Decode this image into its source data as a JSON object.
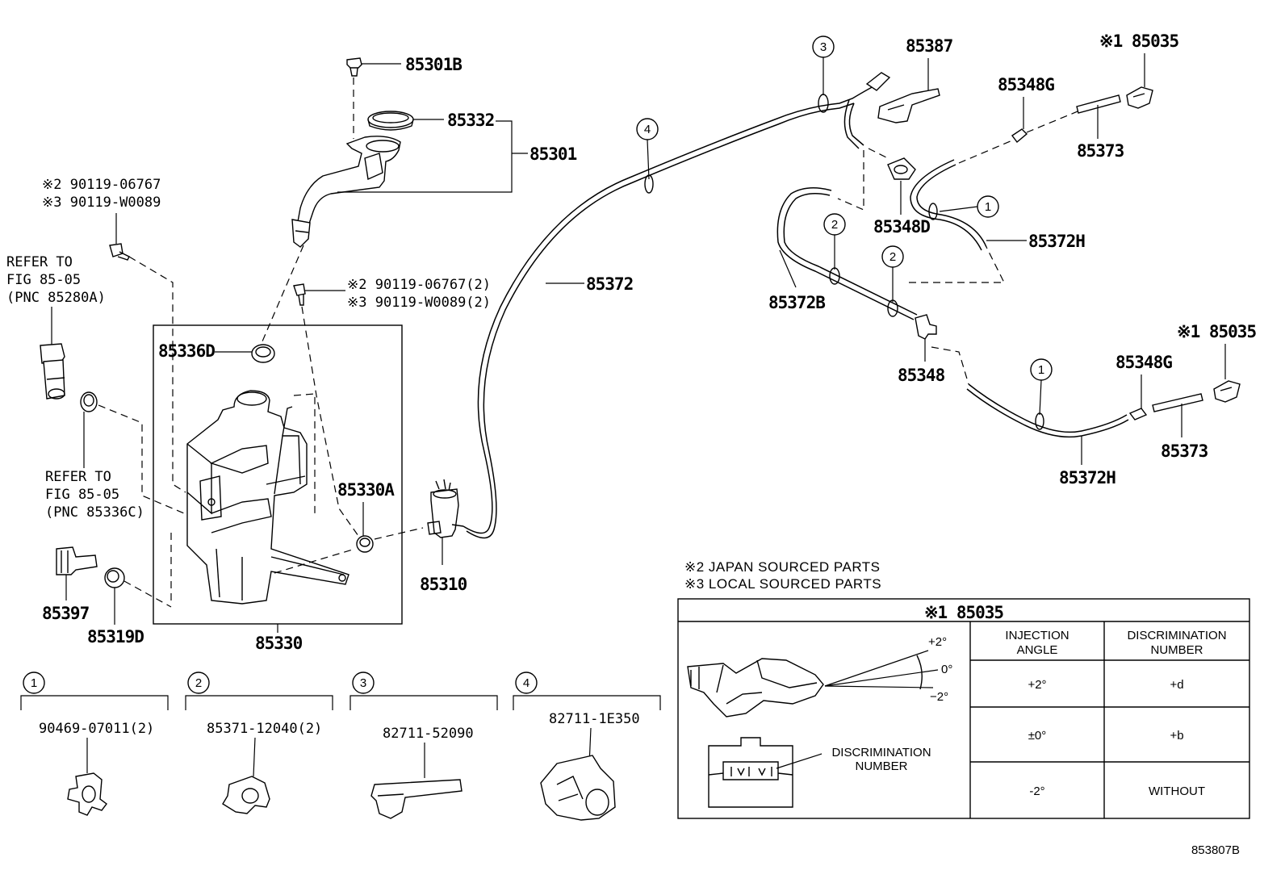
{
  "labels": {
    "p85301B": "85301B",
    "p85332": "85332",
    "p85301": "85301",
    "bolt1_a": "※2 90119-06767",
    "bolt1_b": "※3 90119-W0089",
    "refer1_a": "REFER TO",
    "refer1_b": "FIG 85-05",
    "refer1_c": "(PNC 85280A)",
    "bolt2_a": "※2 90119-06767(2)",
    "bolt2_b": "※3 90119-W0089(2)",
    "p85336D": "85336D",
    "refer2_a": "REFER TO",
    "refer2_b": "FIG 85-05",
    "refer2_c": "(PNC 85336C)",
    "p85330A": "85330A",
    "p85310": "85310",
    "p85397": "85397",
    "p85319D": "85319D",
    "p85330": "85330",
    "p85372": "85372",
    "p85387": "85387",
    "p85348D": "85348D",
    "p85372B": "85372B",
    "p85348": "85348",
    "p85348G_top": "85348G",
    "p85373_top": "85373",
    "p85035_top": "※1 85035",
    "p85372H_top": "85372H",
    "p85035_mid": "※1 85035",
    "p85348G_mid": "85348G",
    "p85373_mid": "85373",
    "p85372H_mid": "85372H",
    "note_japan": "※2 JAPAN SOURCED PARTS",
    "note_local": "※3 LOCAL SOURCED PARTS",
    "figure_code": "853807B"
  },
  "callouts": {
    "c1": "1",
    "c2": "2",
    "c3": "3",
    "c4": "4"
  },
  "clips": [
    {
      "num": "1",
      "part": "90469-07011(2)"
    },
    {
      "num": "2",
      "part": "85371-12040(2)"
    },
    {
      "num": "3",
      "part": "82711-52090"
    },
    {
      "num": "4",
      "part": "82711-1E350"
    }
  ],
  "nozzle_table": {
    "title": "※1 85035",
    "headers": [
      "INJECTION ANGLE",
      "DISCRIMINATION NUMBER"
    ],
    "header_lines": [
      [
        "INJECTION",
        "ANGLE"
      ],
      [
        "DISCRIMINATION",
        "NUMBER"
      ]
    ],
    "rows": [
      {
        "angle": "+2°",
        "number": "+d"
      },
      {
        "angle": "±0°",
        "number": "+b"
      },
      {
        "angle": "-2°",
        "number": "WITHOUT"
      }
    ],
    "angle_marks": {
      "plus": "+2°",
      "zero": "0°",
      "minus": "−2°"
    },
    "disc_label": [
      "DISCRIMINATION",
      "NUMBER"
    ]
  }
}
